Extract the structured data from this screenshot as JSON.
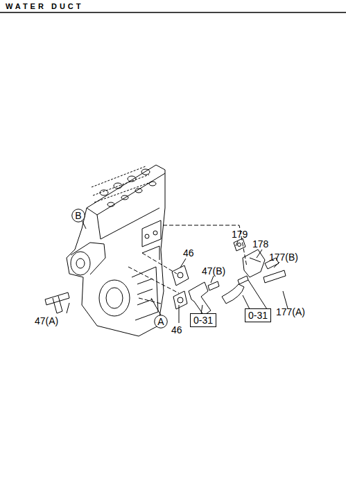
{
  "diagram": {
    "title": "WATER DUCT",
    "nodes": [
      {
        "text": [
          "B"
        ]
      },
      {
        "text": [
          "A"
        ]
      },
      {
        "text": [
          "0-31"
        ]
      },
      {
        "text": [
          "0-31"
        ]
      }
    ],
    "labels": [
      "179",
      "178",
      "46",
      "47(B)",
      "177(B)",
      "177(A)",
      "46",
      "47(A)"
    ]
  }
}
